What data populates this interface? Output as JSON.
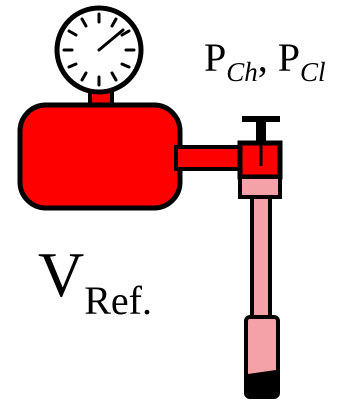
{
  "colors": {
    "tank": "#ff0000",
    "tube": "#f4a1a8",
    "sample": "#000000",
    "outline": "#000000",
    "gauge_face": "#ffffff"
  },
  "labels": {
    "pressure_p1": "P",
    "pressure_sub1": "Ch",
    "pressure_sep": ", P",
    "pressure_sub2": "Cl",
    "volume_main": "V",
    "volume_sub": "Ref."
  },
  "icons": {
    "gauge": "pressure-gauge-icon",
    "valve": "valve-handle-icon"
  }
}
